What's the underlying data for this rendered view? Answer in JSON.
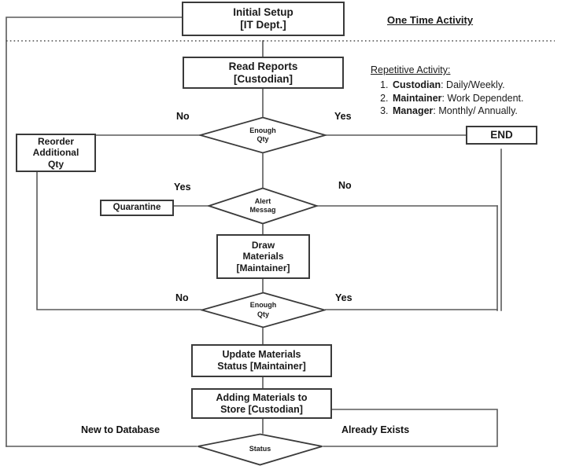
{
  "diagram": {
    "title": "Inventory / Materials Management Flowchart",
    "stroke_color": "#3a3a3a",
    "text_color": "#1a1a1a",
    "background": "#ffffff"
  },
  "annotations": {
    "one_time": "One Time Activity",
    "repetitive_title": "Repetitive Activity:",
    "repetitive_items": [
      {
        "role": "Custodian",
        "detail": ": Daily/Weekly."
      },
      {
        "role": "Maintainer",
        "detail": ": Work Dependent."
      },
      {
        "role": "Manager",
        "detail": ": Monthly/ Annually."
      }
    ]
  },
  "nodes": {
    "initial_setup": "Initial Setup\n[IT Dept.]",
    "read_reports": "Read Reports\n[Custodian]",
    "reorder": "Reorder\nAdditional\nQty",
    "end": "END",
    "quarantine": "Quarantine",
    "draw_materials": "Draw\nMaterials\n[Maintainer]",
    "update_status": "Update Materials\nStatus [Maintainer]",
    "adding_materials": "Adding Materials to\nStore [Custodian]"
  },
  "decisions": {
    "enough_qty_1": "Enough\nQty",
    "alert_message": "Alert\nMessag",
    "enough_qty_2": "Enough\nQty",
    "status": "Status"
  },
  "edge_labels": {
    "d1_no": "No",
    "d1_yes": "Yes",
    "d2_yes": "Yes",
    "d2_no": "No",
    "d3_no": "No",
    "d3_yes": "Yes",
    "status_new": "New to Database",
    "status_exists": "Already Exists"
  }
}
